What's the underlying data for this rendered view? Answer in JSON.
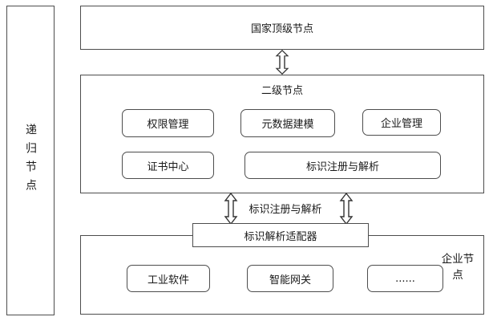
{
  "diagram": {
    "recursive_node": "递归节点",
    "top_node": "国家顶级节点",
    "second_level": {
      "label": "二级节点",
      "row1": [
        "权限管理",
        "元数据建模",
        "企业管理"
      ],
      "row2": [
        "证书中心",
        "标识注册与解析"
      ]
    },
    "link_label": "标识注册与解析",
    "adapter": "标识解析适配器",
    "enterprise": {
      "label": "企业节点",
      "items": [
        "工业软件",
        "智能网关",
        "......"
      ]
    },
    "colors": {
      "border": "#4d4d4d",
      "text": "#1a1a1a",
      "background": "#ffffff"
    }
  }
}
